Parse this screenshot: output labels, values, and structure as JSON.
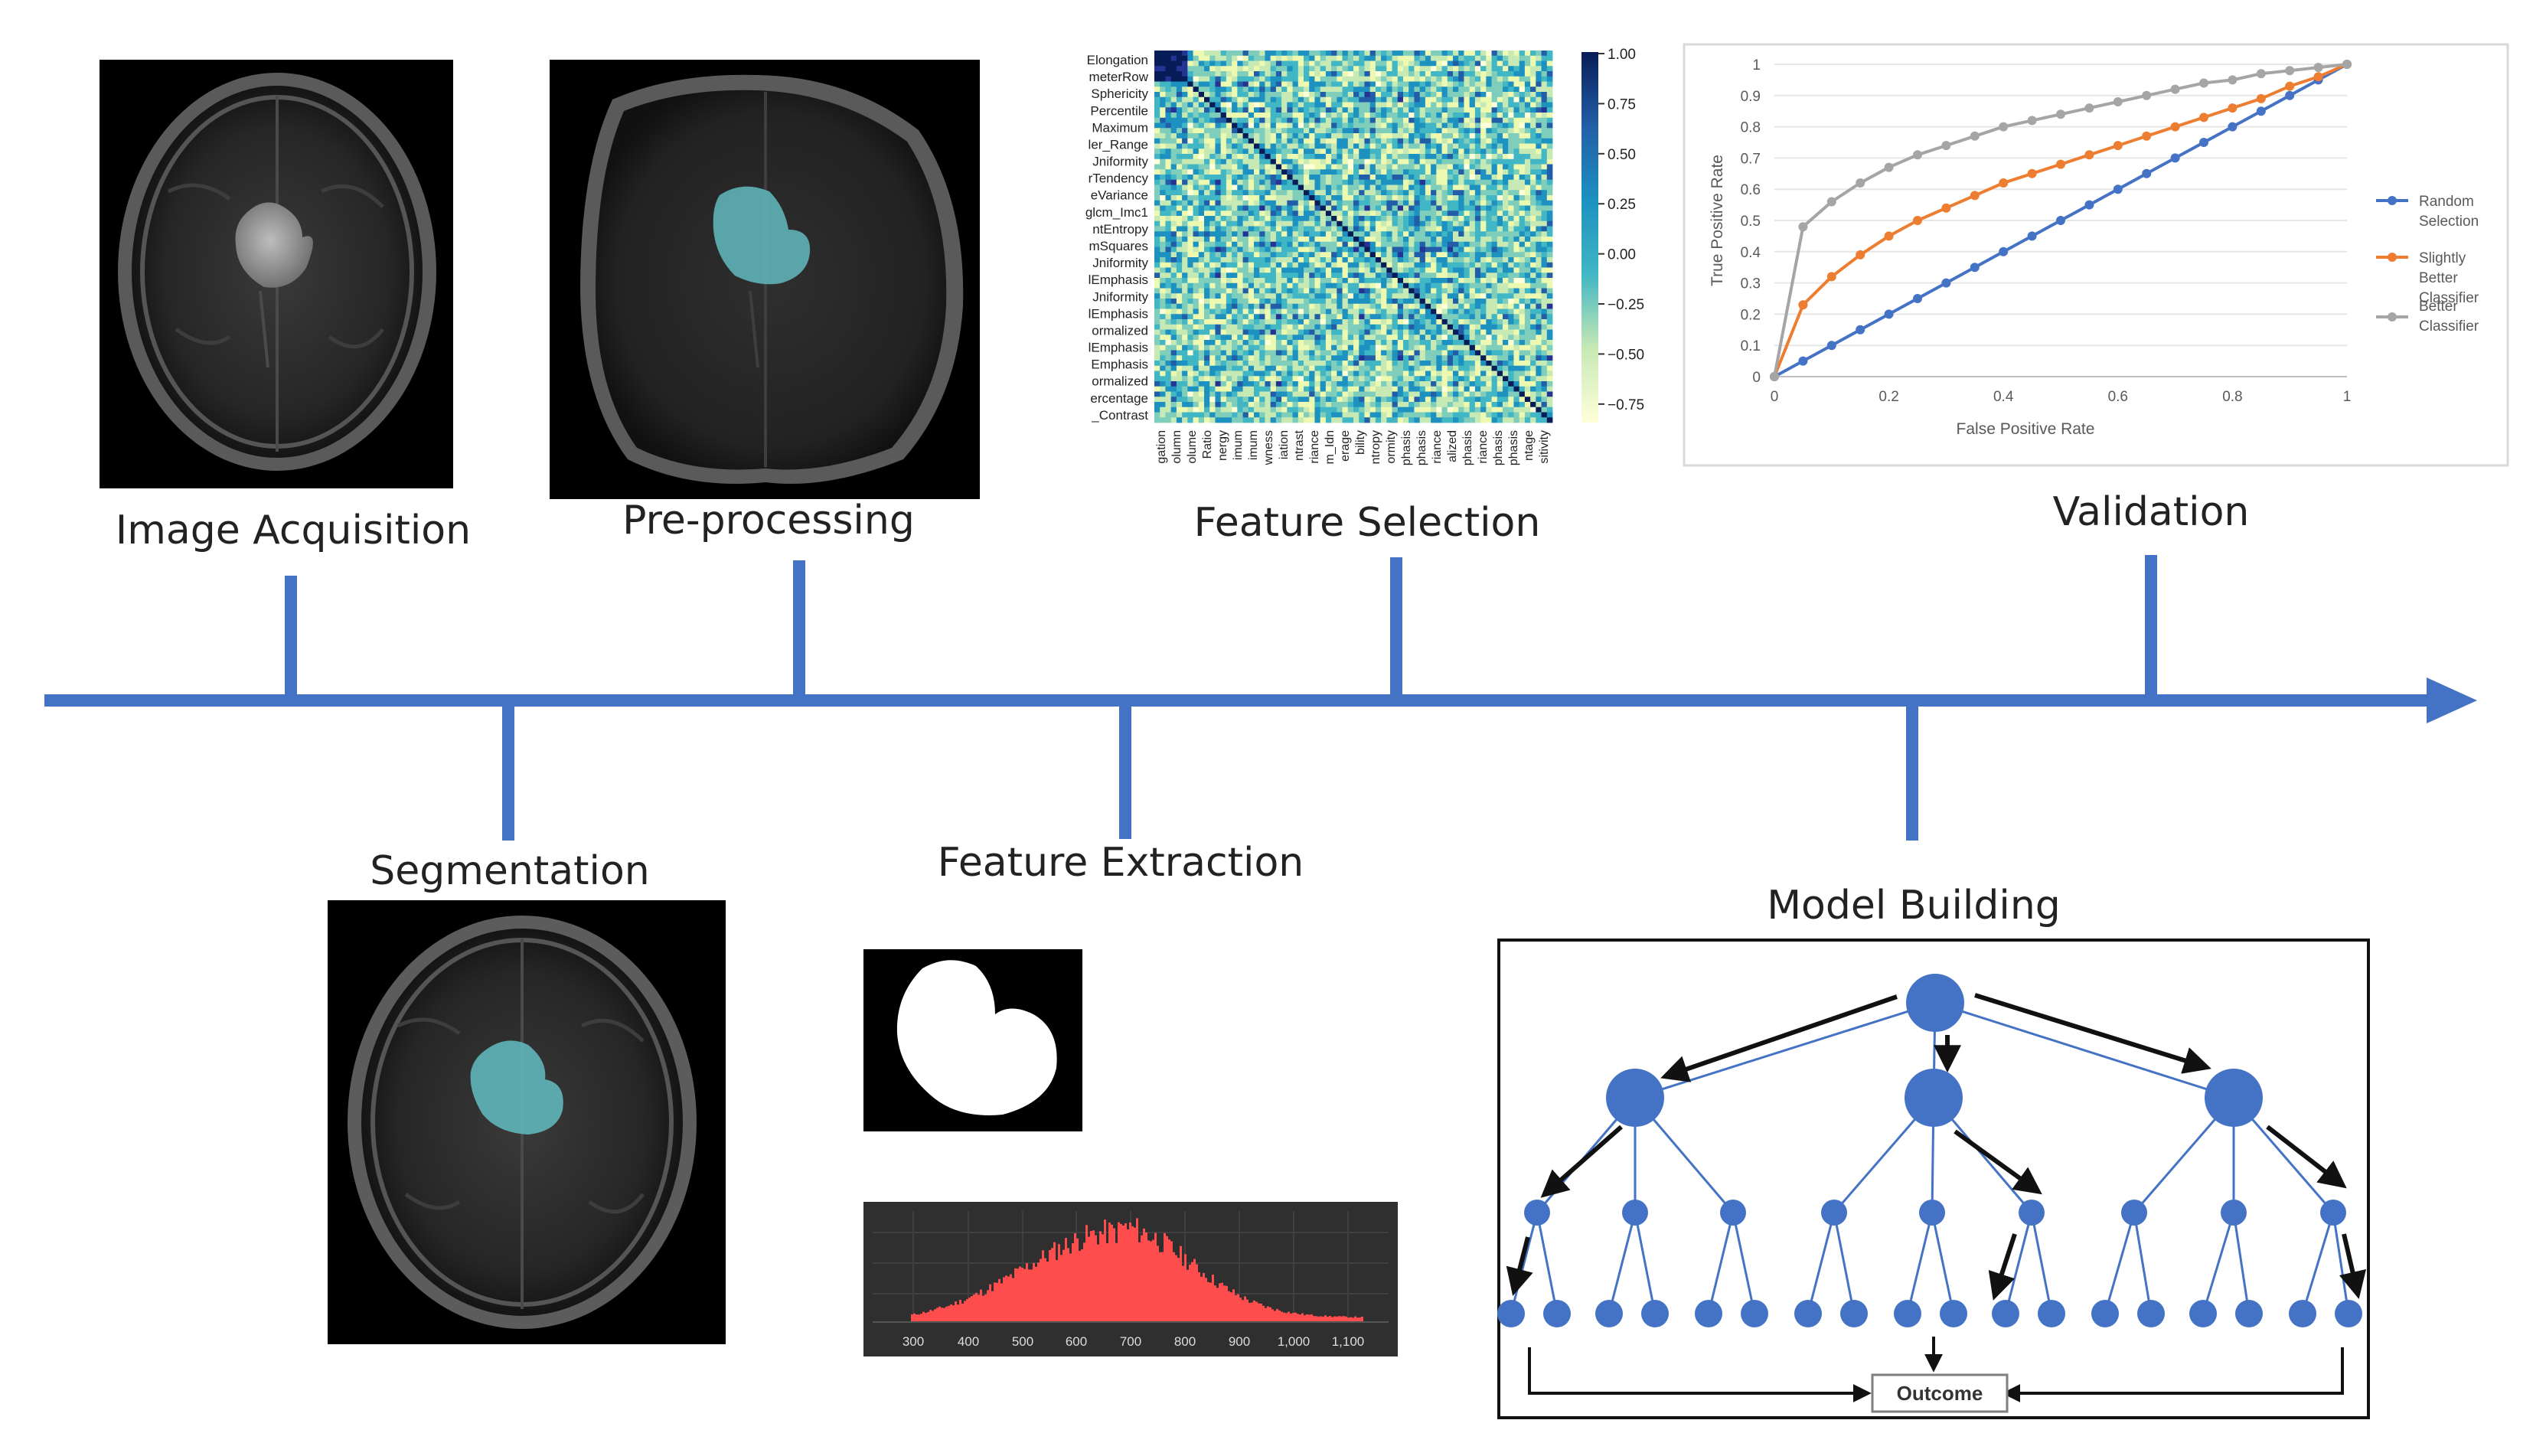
{
  "colors": {
    "timeline": "#4472c4",
    "node": "#4472c4",
    "tumor": "#5fb3b7",
    "roc_random": "#4472c4",
    "roc_slightly": "#ed7d31",
    "roc_better": "#a5a5a5",
    "hist_bars": "#ff4d4d"
  },
  "stages": {
    "acquisition": "Image Acquisition",
    "preprocessing": "Pre-processing",
    "feature_selection": "Feature Selection",
    "validation": "Validation",
    "segmentation": "Segmentation",
    "feature_extraction": "Feature Extraction",
    "model_building": "Model Building"
  },
  "heatmap": {
    "row_labels": [
      "Elongation",
      "meterRow",
      "Sphericity",
      "Percentile",
      "Maximum",
      "ler_Range",
      "Jniformity",
      "rTendency",
      "eVariance",
      "glcm_Imc1",
      "ntEntropy",
      "mSquares",
      "Jniformity",
      "lEmphasis",
      "Jniformity",
      "lEmphasis",
      "ormalized",
      "lEmphasis",
      "Emphasis",
      "ormalized",
      "ercentage",
      "_Contrast"
    ],
    "col_labels": [
      "gation",
      "olumn",
      "olume",
      "Ratio",
      "nergy",
      "imum",
      "imum",
      "wness",
      "iation",
      "ntrast",
      "riance",
      "m_Idn",
      "erage",
      "bility",
      "ntropy",
      "ormity",
      "phasis",
      "phasis",
      "riance",
      "alized",
      "phasis",
      "riance",
      "phasis",
      "phasis",
      "ntage",
      "sitivity"
    ],
    "colorbar_ticks": [
      "1.00",
      "0.75",
      "0.50",
      "0.25",
      "0.00",
      "−0.25",
      "−0.50",
      "−0.75"
    ]
  },
  "chart_data": {
    "type": "line",
    "title": "",
    "xlabel": "False Positive Rate",
    "ylabel": "True Positive Rate",
    "xlim": [
      0,
      1
    ],
    "ylim": [
      0,
      1
    ],
    "x_ticks": [
      "0",
      "0.2",
      "0.4",
      "0.6",
      "0.8",
      "1"
    ],
    "y_ticks": [
      "0",
      "0.1",
      "0.2",
      "0.3",
      "0.4",
      "0.5",
      "0.6",
      "0.7",
      "0.8",
      "0.9",
      "1"
    ],
    "legend_position": "right",
    "grid": true,
    "series": [
      {
        "name": "Random Selection",
        "legend_lines": [
          "Random",
          "Selection"
        ],
        "color": "#4472c4",
        "x": [
          0,
          0.05,
          0.1,
          0.15,
          0.2,
          0.25,
          0.3,
          0.35,
          0.4,
          0.45,
          0.5,
          0.55,
          0.6,
          0.65,
          0.7,
          0.75,
          0.8,
          0.85,
          0.9,
          0.95,
          1
        ],
        "y": [
          0,
          0.05,
          0.1,
          0.15,
          0.2,
          0.25,
          0.3,
          0.35,
          0.4,
          0.45,
          0.5,
          0.55,
          0.6,
          0.65,
          0.7,
          0.75,
          0.8,
          0.85,
          0.9,
          0.95,
          1
        ]
      },
      {
        "name": "Slightly Better Classifier",
        "legend_lines": [
          "Slightly",
          "Better",
          "Classifier"
        ],
        "color": "#ed7d31",
        "x": [
          0,
          0.05,
          0.1,
          0.15,
          0.2,
          0.25,
          0.3,
          0.35,
          0.4,
          0.45,
          0.5,
          0.55,
          0.6,
          0.65,
          0.7,
          0.75,
          0.8,
          0.85,
          0.9,
          0.95,
          1
        ],
        "y": [
          0,
          0.23,
          0.32,
          0.39,
          0.45,
          0.5,
          0.54,
          0.58,
          0.62,
          0.65,
          0.68,
          0.71,
          0.74,
          0.77,
          0.8,
          0.83,
          0.86,
          0.89,
          0.93,
          0.96,
          1
        ]
      },
      {
        "name": "Better Classifier",
        "legend_lines": [
          "Better",
          "Classifier"
        ],
        "color": "#a5a5a5",
        "x": [
          0,
          0.05,
          0.1,
          0.15,
          0.2,
          0.25,
          0.3,
          0.35,
          0.4,
          0.45,
          0.5,
          0.55,
          0.6,
          0.65,
          0.7,
          0.75,
          0.8,
          0.85,
          0.9,
          0.95,
          1
        ],
        "y": [
          0,
          0.48,
          0.56,
          0.62,
          0.67,
          0.71,
          0.74,
          0.77,
          0.8,
          0.82,
          0.84,
          0.86,
          0.88,
          0.9,
          0.92,
          0.94,
          0.95,
          0.97,
          0.98,
          0.99,
          1
        ]
      }
    ]
  },
  "histogram": {
    "ticks": [
      "300",
      "400",
      "500",
      "600",
      "700",
      "800",
      "900",
      "1,000",
      "1,100"
    ]
  },
  "tree": {
    "outcome_label": "Outcome"
  }
}
